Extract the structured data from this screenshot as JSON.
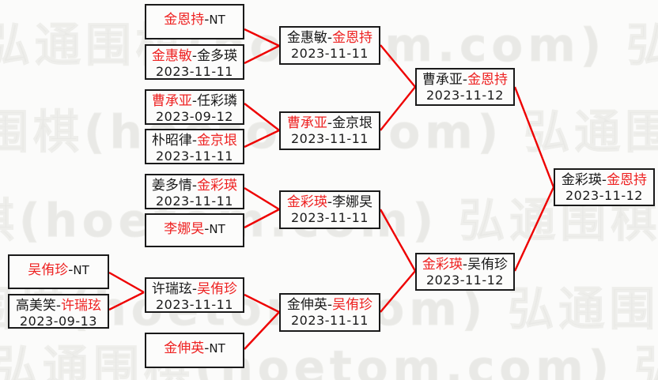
{
  "page": {
    "title": "围棋比赛对阵表",
    "background_color": "#fbfbfa",
    "line_color": "#ee0000",
    "winner_color": "#ee2222",
    "loser_color": "#1a1a1a",
    "watermark_text": "弘通围棋(hoetom.com)",
    "watermark_color": "#e9e9e6"
  },
  "matches": {
    "r1_m1": {
      "winner": "金恩持",
      "separator": "-",
      "loser": "NT",
      "date": ""
    },
    "r1_m2": {
      "winner": "金惠敏",
      "separator": "-",
      "loser": "金多瑛",
      "date": "2023-11-11"
    },
    "r1_m3": {
      "winner": "曹承亚",
      "separator": "-",
      "loser": "任彩璘",
      "date": "2023-09-12"
    },
    "r1_m4": {
      "winner": "金京垠",
      "separator": "-",
      "loser": "朴昭律",
      "date": "2023-11-11"
    },
    "r1_m5": {
      "winner": "金彩瑛",
      "separator": "-",
      "loser": "姜多情",
      "date": "2023-11-11"
    },
    "r1_m6": {
      "winner": "李娜旲",
      "separator": "-",
      "loser": "NT",
      "date": ""
    },
    "r1_m7": {
      "winner": "吴侑珍",
      "separator": "-",
      "loser": "NT",
      "date": ""
    },
    "r1_m8": {
      "winner": "许瑞玹",
      "separator": "-",
      "loser": "高美笑",
      "date": "2023-09-13"
    },
    "r1_m9": {
      "winner": "金伸英",
      "separator": "-",
      "loser": "NT",
      "date": ""
    },
    "r2_m1": {
      "winner": "金恩持",
      "separator": "-",
      "loser": "金惠敏",
      "date": "2023-11-11"
    },
    "r2_m2": {
      "winner": "曹承亚",
      "separator": "-",
      "loser": "金京垠",
      "date": "2023-11-11"
    },
    "r2_m3": {
      "winner": "金彩瑛",
      "separator": "-",
      "loser": "李娜旲",
      "date": "2023-11-11"
    },
    "r2_m4": {
      "winner": "吴侑珍",
      "separator": "-",
      "loser": "金伸英",
      "date": "2023-11-11"
    },
    "r3_m1": {
      "winner": "金恩持",
      "separator": "-",
      "loser": "曹承亚",
      "date": "2023-11-12"
    },
    "r3_m2": {
      "winner": "金彩瑛",
      "separator": "-",
      "loser": "吴侑珍",
      "date": "2023-11-12"
    },
    "final": {
      "winner": "金恩持",
      "separator": "-",
      "loser": "金彩瑛",
      "date": "2023-11-12"
    }
  },
  "labels": {
    "r1_m1_left": "金恩持",
    "r1_m1_right": "NT",
    "r1_m2_left": "金惠敏",
    "r1_m2_right": "金多瑛",
    "r1_m3_left": "曹承亚",
    "r1_m3_right": "任彩璘",
    "r1_m4_left": "朴昭律",
    "r1_m4_right": "金京垠",
    "r1_m5_left": "姜多情",
    "r1_m5_right": "金彩瑛",
    "r1_m6_left": "李娜旲",
    "r1_m6_right": "NT",
    "r1_m7_left": "吴侑珍",
    "r1_m7_right": "NT",
    "r1_m8_left": "高美笑",
    "r1_m8_right": "许瑞玹",
    "r1_m9_left": "金伸英",
    "r1_m9_right": "NT",
    "r2_m1_left": "金惠敏",
    "r2_m1_right": "金恩持",
    "r2_m2_left": "曹承亚",
    "r2_m2_right": "金京垠",
    "r2_m3_left": "金彩瑛",
    "r2_m3_right": "李娜旲",
    "r2_m4_left": "金伸英",
    "r2_m4_right": "吴侑珍",
    "r3_m1_left": "曹承亚",
    "r3_m1_right": "金恩持",
    "r3_m2_left": "金彩瑛",
    "r3_m2_right": "吴侑珍",
    "final_left": "金彩瑛",
    "final_right": "金恩持",
    "sep": "-"
  },
  "dates": {
    "r1_m2": "2023-11-11",
    "r1_m3": "2023-09-12",
    "r1_m4": "2023-11-11",
    "r1_m5": "2023-11-11",
    "r1_m8": "2023-09-13",
    "r2_m1": "2023-11-11",
    "r2_m2": "2023-11-11",
    "r2_m3": "2023-11-11",
    "r2_m4": "2023-11-11",
    "r3_m1": "2023-11-12",
    "r3_m2": "2023-11-12",
    "final": "2023-11-12"
  },
  "watermark_rows": [
    "弘通围棋(hoetom.com) 弘通围",
    "弘通围棋(hoetom.com) 弘通围棋",
    "棋(hoetom.com) 弘通围棋(hoe",
    "弘通围棋(hoetom.com) 弘通围棋",
    "弘通围棋(hoetom.com) 弘通围"
  ]
}
